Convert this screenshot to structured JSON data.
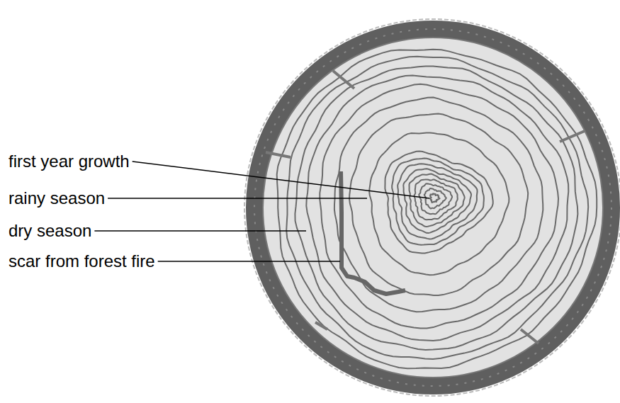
{
  "diagram": {
    "labels": [
      "first year growth",
      "rainy season",
      "dry season",
      "scar from forest fire"
    ]
  }
}
